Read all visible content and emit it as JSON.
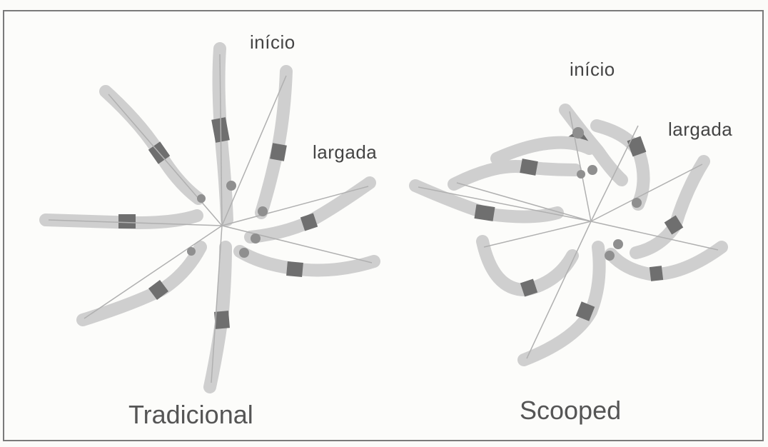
{
  "figure": {
    "left_panel": {
      "caption": "Tradicional",
      "label_start": "início",
      "label_release": "largada"
    },
    "right_panel": {
      "caption": "Scooped",
      "label_start": "início",
      "label_release": "largada"
    }
  },
  "colors": {
    "limb_light": "#c9c9c9",
    "limb_band": "#6f6f6f",
    "limb_tip": "#9a9a9a",
    "text": "#444444"
  }
}
